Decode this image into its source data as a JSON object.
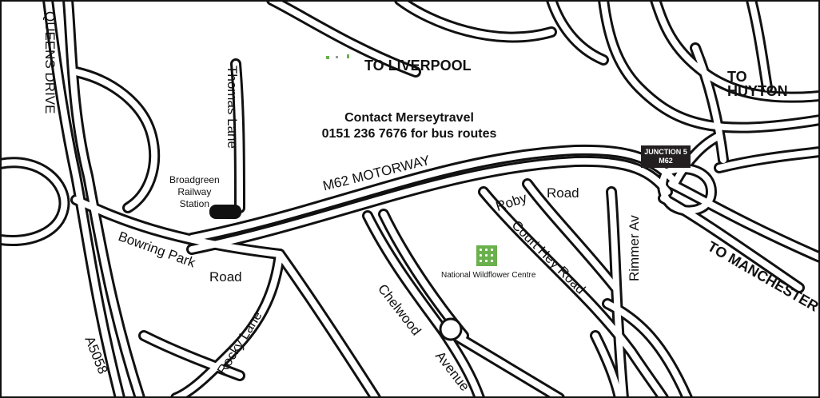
{
  "map": {
    "destinations": {
      "liverpool": "TO LIVERPOOL",
      "huyton_1": "TO",
      "huyton_2": "HUYTON",
      "manchester": "TO MANCHESTER"
    },
    "roads": {
      "queens_drive": "QUEENS DRIVE",
      "thomas_lane": "Thomas Lane",
      "m62": "M62 MOTORWAY",
      "bowring_park": "Bowring Park",
      "bowring_road": "Road",
      "rocky_lane": "Rocky Lane",
      "a5058": "A5058",
      "chelwood": "Chelwood",
      "avenue": "Avenue",
      "roby": "Roby",
      "roby_road": "Road",
      "court_hey": "Court Hey Road",
      "rimmer": "Rimmer Av"
    },
    "station": {
      "line1": "Broadgreen",
      "line2": "Railway",
      "line3": "Station"
    },
    "contact": {
      "line1": "Contact Merseytravel",
      "line2": "0151 236 7676 for bus routes"
    },
    "junction": {
      "line1": "JUNCTION 5",
      "line2": "M62"
    },
    "wildflower": {
      "label": "National Wildflower Centre"
    },
    "colors": {
      "road_edge": "#111111",
      "background": "#ffffff",
      "junction_box": "#231f20",
      "wildflower_icon": "#6ab04c"
    }
  }
}
